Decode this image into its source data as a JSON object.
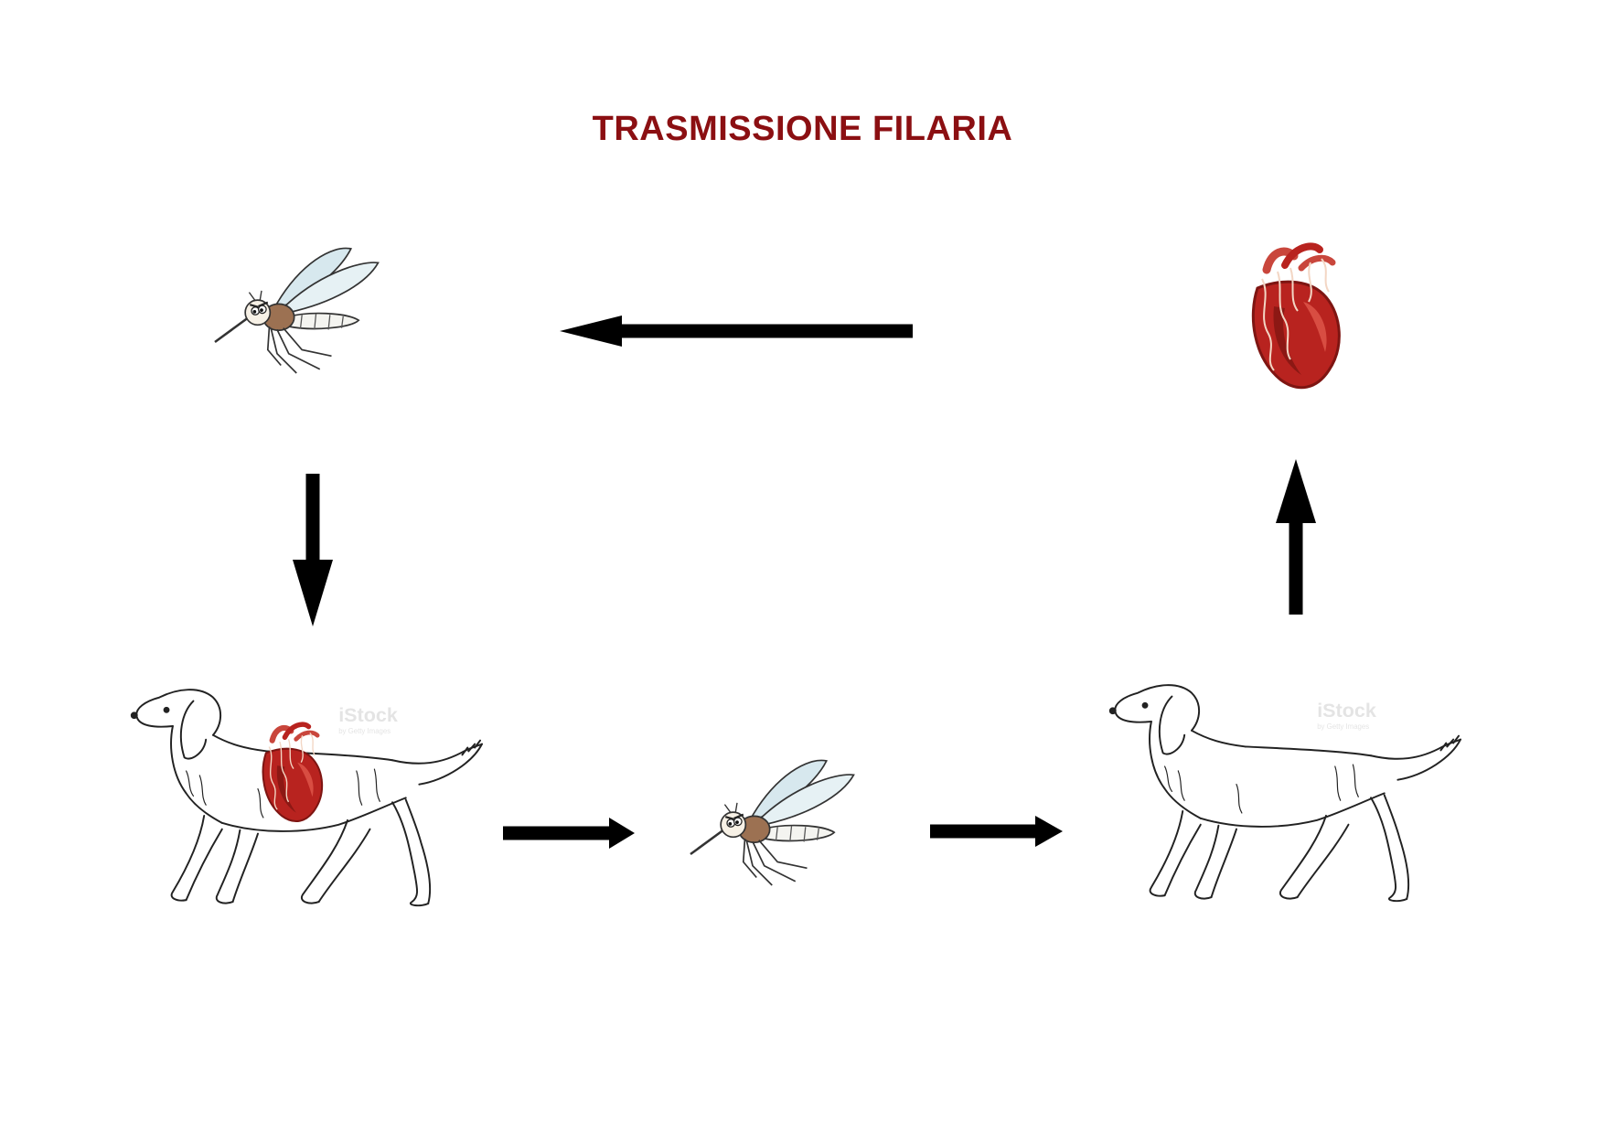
{
  "title": "TRASMISSIONE FILARIA",
  "colors": {
    "title": "#8b0f12",
    "arrow": "#000000",
    "heart_main": "#b8231f",
    "heart_dark": "#7e1512",
    "heart_highlight": "#e0574b",
    "vessel": "#c9463c",
    "worm": "#f3d6c4",
    "mosquito_body": "#9c7152",
    "mosquito_wing": "#d7e8ee",
    "dog_outline": "#222222"
  },
  "stock_watermark": "iStock",
  "stock_watermark_sub": "by Getty Images",
  "nodes": [
    {
      "id": "mosquito-top",
      "kind": "mosquito"
    },
    {
      "id": "heart-top",
      "kind": "heart"
    },
    {
      "id": "dog-infected",
      "kind": "dog",
      "has_heart": true
    },
    {
      "id": "mosquito-mid",
      "kind": "mosquito"
    },
    {
      "id": "dog-healthy",
      "kind": "dog",
      "has_heart": false
    }
  ],
  "edges": [
    {
      "from": "heart-top",
      "to": "mosquito-top"
    },
    {
      "from": "mosquito-top",
      "to": "dog-infected"
    },
    {
      "from": "dog-infected",
      "to": "mosquito-mid"
    },
    {
      "from": "mosquito-mid",
      "to": "dog-healthy"
    },
    {
      "from": "dog-healthy",
      "to": "heart-top"
    }
  ]
}
